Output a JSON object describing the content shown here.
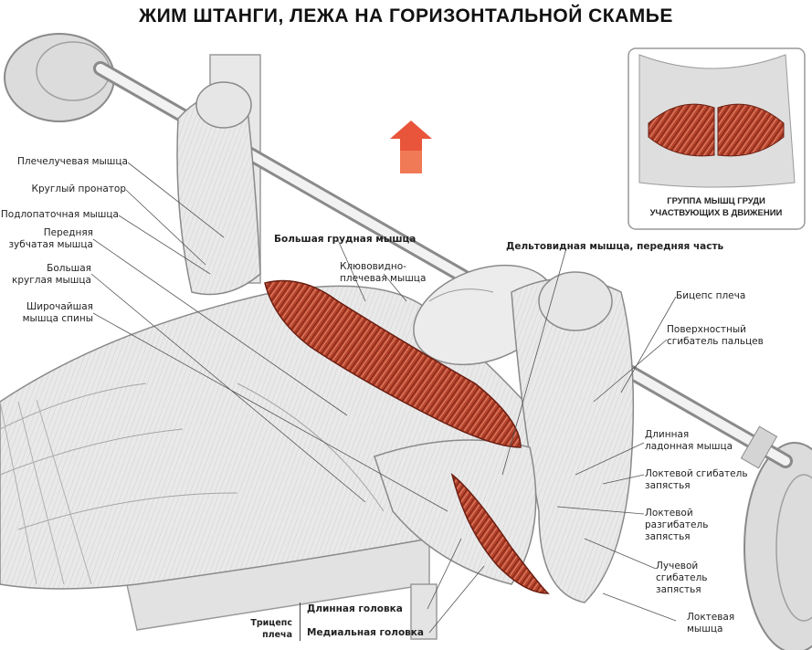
{
  "title": "ЖИМ ШТАНГИ, ЛЕЖА НА ГОРИЗОНТАЛЬНОЙ СКАМЬЕ",
  "inset": {
    "caption_line1": "ГРУППА МЫШЦ ГРУДИ",
    "caption_line2": "УЧАСТВУЮЩИХ В ДВИЖЕНИИ"
  },
  "labels": {
    "brachioradialis": "Плечелучевая мышца",
    "pronator_teres": "Круглый пронатор",
    "infraspinatus": "Подлопаточная мышца",
    "serratus_1": "Передняя",
    "serratus_2": "зубчатая мышца",
    "teres_major_1": "Большая",
    "teres_major_2": "круглая мышца",
    "latissimus_1": "Широчайшая",
    "latissimus_2": "мышца спины",
    "pectoralis_major": "Большая грудная мышца",
    "coracobrachialis_1": "Клювовидно-",
    "coracobrachialis_2": "плечевая мышца",
    "deltoid_front": "Дельтовидная мышца, передняя часть",
    "biceps": "Бицепс плеча",
    "flexor_superficialis_1": "Поверхностный",
    "flexor_superficialis_2": "сгибатель пальцев",
    "palmaris_longus_1": "Длинная",
    "palmaris_longus_2": "ладонная мышца",
    "flexor_carpi_ulnaris_1": "Локтевой сгибатель",
    "flexor_carpi_ulnaris_2": "запястья",
    "extensor_carpi_ulnaris_1": "Локтевой",
    "extensor_carpi_ulnaris_2": "разгибатель",
    "extensor_carpi_ulnaris_3": "запястья",
    "flexor_carpi_radialis_1": "Лучевой",
    "flexor_carpi_radialis_2": "сгибатель",
    "flexor_carpi_radialis_3": "запястья",
    "anconeus_1": "Локтевая",
    "anconeus_2": "мышца",
    "triceps_1": "Трицепс",
    "triceps_2": "плеча",
    "triceps_long": "Длинная головка",
    "triceps_medial": "Медиальная головка"
  },
  "colors": {
    "muscle_highlight": "#b8442c",
    "arrow": "#e8553a",
    "sketch": "#9a9a9a",
    "body_fill": "#e6e6e6"
  }
}
